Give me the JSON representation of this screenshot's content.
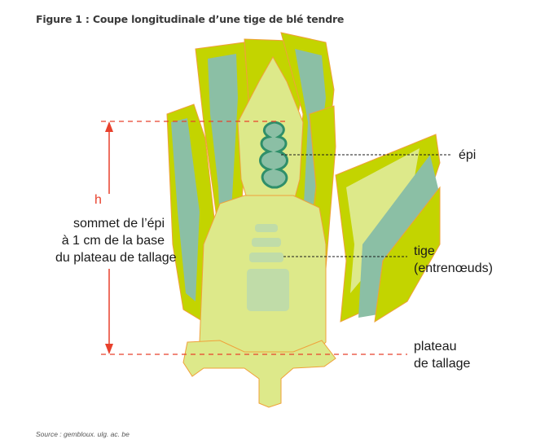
{
  "figure": {
    "title": "Figure 1 : Coupe longitudinale d’une tige de blé tendre",
    "source": "Source : gembloux. ulg. ac. be"
  },
  "measure": {
    "symbol": "h",
    "description_lines": [
      "sommet de l’épi",
      "à 1 cm de la base",
      "du plateau de tallage"
    ]
  },
  "labels": {
    "epi": "épi",
    "tige_lines": [
      "tige",
      "(entrenœuds)"
    ],
    "plateau_lines": [
      "plateau",
      "de tallage"
    ]
  },
  "colors": {
    "leaf_green": "#c3d400",
    "leaf_blue_green": "#8bbfa5",
    "stem_light": "#dde98a",
    "spike_dark": "#2f8f6a",
    "measure_red": "#e8412c",
    "outline_orange": "#f0a13a"
  }
}
